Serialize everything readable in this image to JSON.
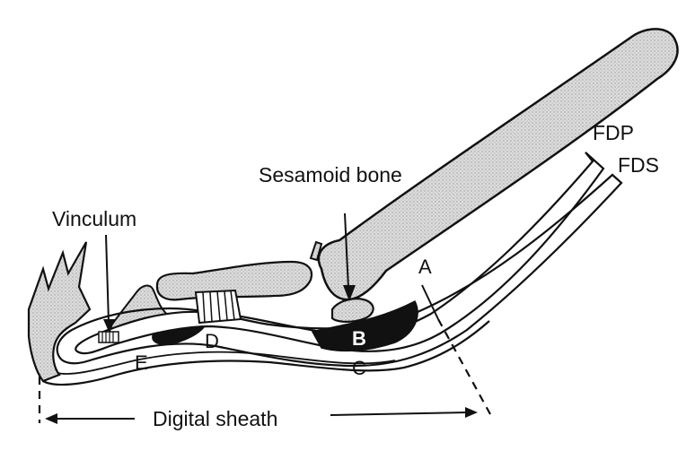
{
  "labels": {
    "fdp": "FDP",
    "fds": "FDS",
    "sesamoid": "Sesamoid bone",
    "vinculum": "Vinculum",
    "a": "A",
    "b": "B",
    "c": "C",
    "d": "D",
    "e": "E",
    "sheath": "Digital sheath"
  },
  "colors": {
    "ink": "#111111",
    "bone_fill": "#d8d8d8",
    "paper": "#ffffff",
    "dark_region": "#111111"
  }
}
